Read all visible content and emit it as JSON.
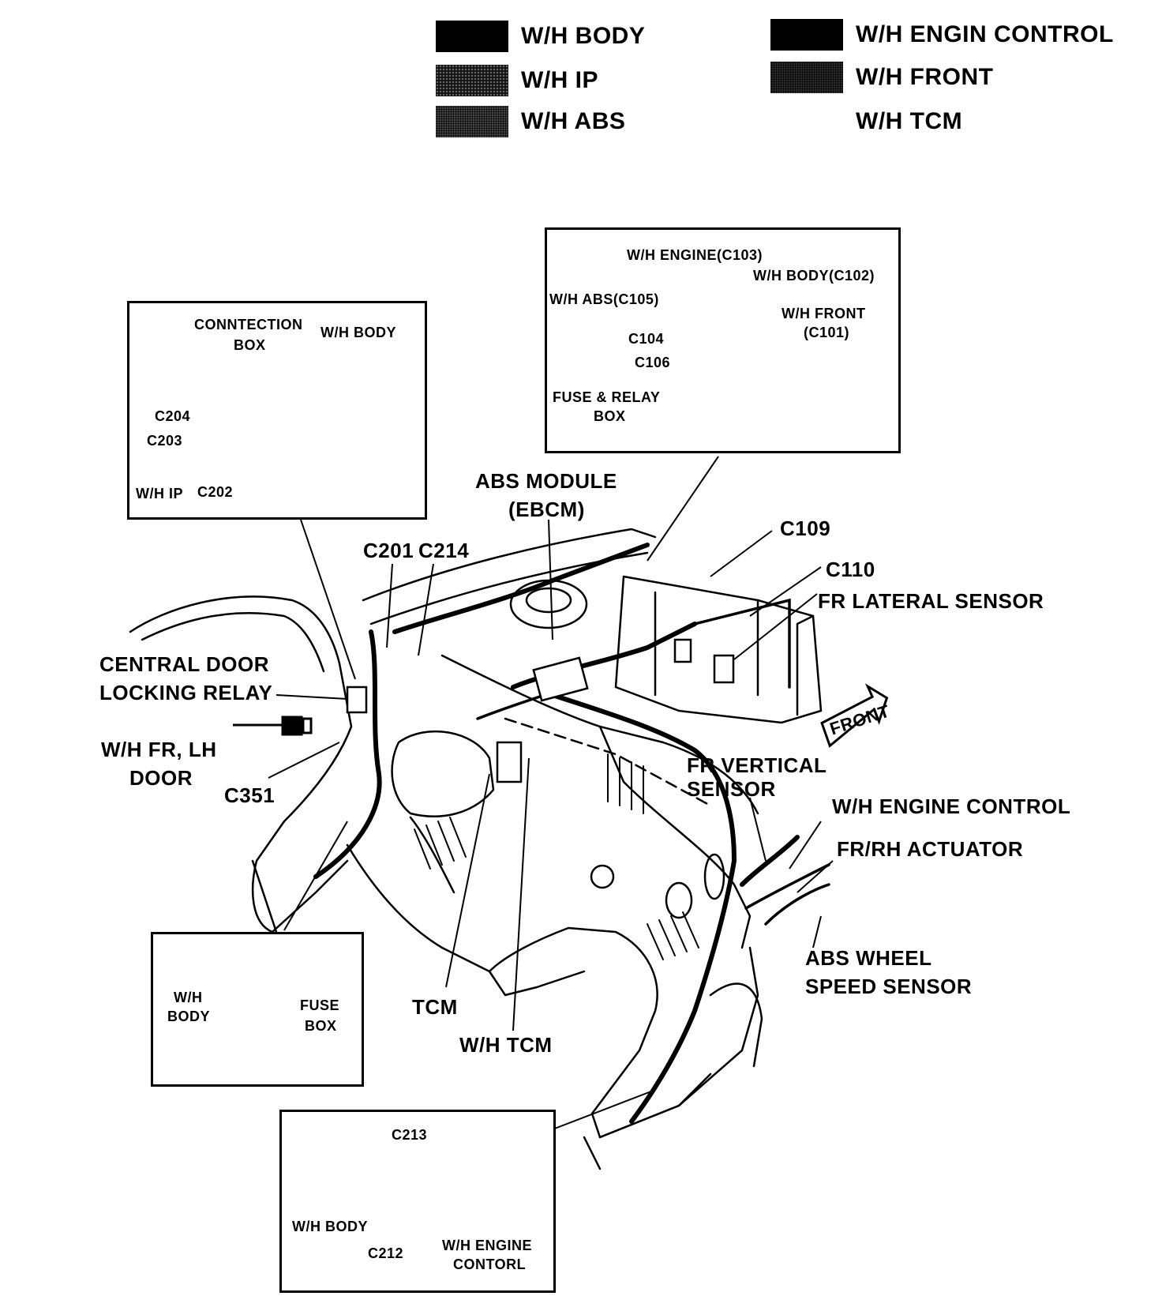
{
  "legend": [
    {
      "label": "W/H BODY",
      "pattern": "solid-black"
    },
    {
      "label": "W/H IP",
      "pattern": "dark-dotted"
    },
    {
      "label": "W/H ABS",
      "pattern": "light-stipple"
    },
    {
      "label": "W/H ENGIN CONTROL",
      "pattern": "solid-black"
    },
    {
      "label": "W/H FRONT",
      "pattern": "medium-stipple"
    },
    {
      "label": "W/H TCM",
      "pattern": "none"
    }
  ],
  "insets": {
    "connection_box": {
      "title_line1": "CONNTECTION",
      "title_line2": "BOX",
      "wh_body": "W/H BODY",
      "c204": "C204",
      "c203": "C203",
      "wh_ip": "W/H IP",
      "c202": "C202"
    },
    "fuse_relay": {
      "wh_engine": "W/H ENGINE(C103)",
      "wh_body": "W/H BODY(C102)",
      "wh_abs": "W/H ABS(C105)",
      "wh_front_line1": "W/H FRONT",
      "wh_front_line2": "(C101)",
      "c104": "C104",
      "c106": "C106",
      "fuse_line1": "FUSE & RELAY",
      "fuse_line2": "BOX"
    },
    "fuse_box": {
      "wh_line1": "W/H",
      "wh_line2": "BODY",
      "fuse_line1": "FUSE",
      "fuse_line2": "BOX"
    },
    "engine_connector": {
      "c213": "C213",
      "wh_body": "W/H BODY",
      "c212": "C212",
      "wh_engine_line1": "W/H ENGINE",
      "wh_engine_line2": "CONTORL"
    }
  },
  "callouts": {
    "abs_module_line1": "ABS MODULE",
    "abs_module_line2": "(EBCM)",
    "c201": "C201",
    "c214": "C214",
    "c109": "C109",
    "c110": "C110",
    "fr_lateral": "FR LATERAL SENSOR",
    "central_door_line1": "CENTRAL DOOR",
    "central_door_line2": "LOCKING RELAY",
    "wh_fr_lh_line1": "W/H FR, LH",
    "wh_fr_lh_line2": "DOOR",
    "c351": "C351",
    "front_arrow": "FRONT",
    "fr_vertical_line1": "FR VERTICAL",
    "fr_vertical_line2": "SENSOR",
    "wh_engine_control": "W/H ENGINE CONTROL",
    "fr_rh_actuator": "FR/RH ACTUATOR",
    "abs_wheel_line1": "ABS WHEEL",
    "abs_wheel_line2": "SPEED SENSOR",
    "tcm": "TCM",
    "wh_tcm": "W/H TCM"
  }
}
